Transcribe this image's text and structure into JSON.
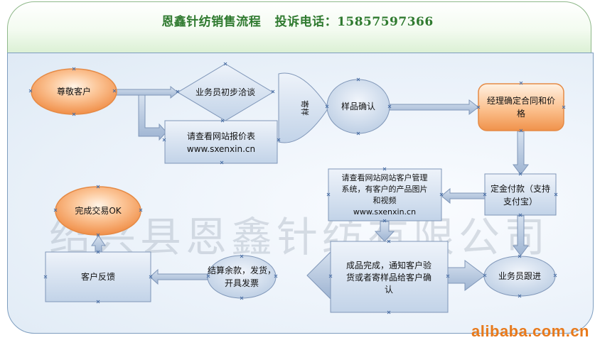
{
  "header": {
    "title": "恩鑫针纺销售流程   投诉电话：15857597366"
  },
  "watermark": "绍兴县恩鑫针纺有限公司",
  "site": "alibaba.com.cn",
  "nodes": {
    "customer": "尊敬客户",
    "salesman_talk": "业务员初步洽谈",
    "quote_line1": "请查看网站报价表",
    "quote_line2": "www.sxenxin.cn",
    "send_sample": "寄样",
    "sample_confirm": "样品确认",
    "contract_line1": "经理确定合同和价",
    "contract_line2": "格",
    "deposit_line1": "定金付款（支持",
    "deposit_line2": "支付宝）",
    "website_line1": "请查看网站网站客户管理",
    "website_line2": "系统，有客户的产品图片",
    "website_line3": "和视频",
    "website_line4": "www.sxenxin.cn",
    "follow_up": "业务员跟进",
    "product_done_line1": "成品完成，通知客户验",
    "product_done_line2": "货或者寄样品给客户确",
    "product_done_line3": "认",
    "settle_line1": "结算余款，发货，",
    "settle_line2": "开具发票",
    "feedback": "客户反馈",
    "deal_done": "完成交易OK"
  }
}
